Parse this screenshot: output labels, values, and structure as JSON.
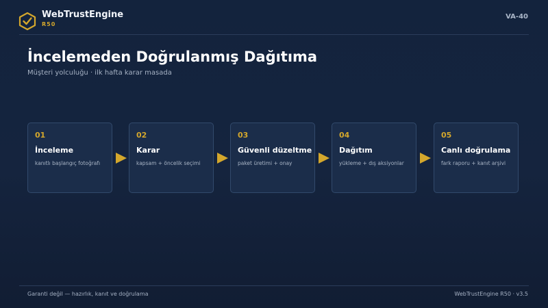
{
  "header": {
    "brand_name": "WebTrustEngine",
    "brand_sub": "R50",
    "version_code": "VA-40",
    "logo_icon": "hexagon-check-icon"
  },
  "main": {
    "title": "İncelemeden Doğrulanmış Dağıtıma",
    "subtitle": "Müşteri yolculuğu · ilk hafta karar masada"
  },
  "steps": [
    {
      "number": "01",
      "title": "İnceleme",
      "desc": "kanıtlı başlangıç fotoğrafı"
    },
    {
      "number": "02",
      "title": "Karar",
      "desc": "kapsam + öncelik seçimi"
    },
    {
      "number": "03",
      "title": "Güvenli düzeltme",
      "desc": "paket üretimi + onay"
    },
    {
      "number": "04",
      "title": "Dağıtım",
      "desc": "yükleme + dış aksiyonlar"
    },
    {
      "number": "05",
      "title": "Canlı doğrulama",
      "desc": "fark raporu + kanıt arşivi"
    }
  ],
  "footer": {
    "left": "Garanti değil — hazırlık, kanıt ve doğrulama",
    "right": "WebTrustEngine R50 · v3.5"
  },
  "colors": {
    "background": "#13233d",
    "accent": "#d4a72c",
    "card": "#1b2d4a",
    "card_border": "#324a6c"
  }
}
